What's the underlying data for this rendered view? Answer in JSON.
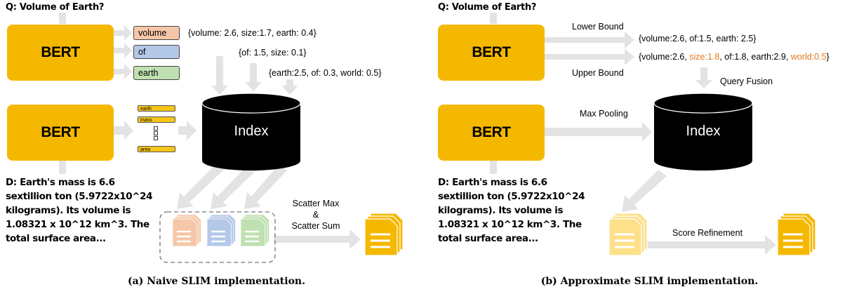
{
  "left": {
    "question": "Q: Volume of Earth?",
    "bert_top": "BERT",
    "bert_bottom": "BERT",
    "tokens": [
      "volume",
      "of",
      "earth"
    ],
    "mini_tokens": [
      "earth",
      "mass",
      "area"
    ],
    "weights": [
      "{volume: 2.6, size:1.7, earth: 0.4}",
      "{of: 1.5, size: 0.1}",
      "{earth:2.5, of: 0.3, world: 0.5}"
    ],
    "index": "Index",
    "document_lines": [
      "D: Earth's mass is 6.6",
      "sextillion ton (5.9722x10^24",
      "kilograms). Its volume is",
      "1.08321 x 10^12 km^3. The",
      "total surface area..."
    ],
    "scatter_lines": [
      "Scatter Max",
      "&",
      "Scatter Sum"
    ],
    "caption": "(a) Naive SLIM implementation."
  },
  "right": {
    "question": "Q: Volume of Earth?",
    "bert_top": "BERT",
    "bert_bottom": "BERT",
    "lower_bound": "Lower Bound",
    "upper_bound": "Upper Bound",
    "lower_weights": "{volume:2.6, of:1.5, earth: 2.5}",
    "upper_weights": {
      "p1": "{volume:2.6, ",
      "size": "size:1.8",
      "p2": ", of:1.8, earth:2.9, ",
      "world": "world:0.5",
      "p3": "}"
    },
    "query_fusion": "Query Fusion",
    "max_pooling": "Max Pooling",
    "index": "Index",
    "score_refinement": "Score Refinement",
    "document_lines": [
      "D: Earth's mass is 6.6",
      "sextillion ton (5.9722x10^24",
      "kilograms). Its volume is",
      "1.08321 x 10^12 km^3. The",
      "total surface area..."
    ],
    "caption": "(b) Approximate SLIM implementation."
  },
  "colors": {
    "bert": "#f5b800",
    "arrow": "#e3e3e3",
    "highlight": "#e07b22",
    "doc_orange": "#f5c7a8",
    "doc_blue": "#b4c8e8",
    "doc_green": "#bfe0b0",
    "doc_yellow": "#f5b800",
    "doc_light_yellow": "#fde08a"
  }
}
